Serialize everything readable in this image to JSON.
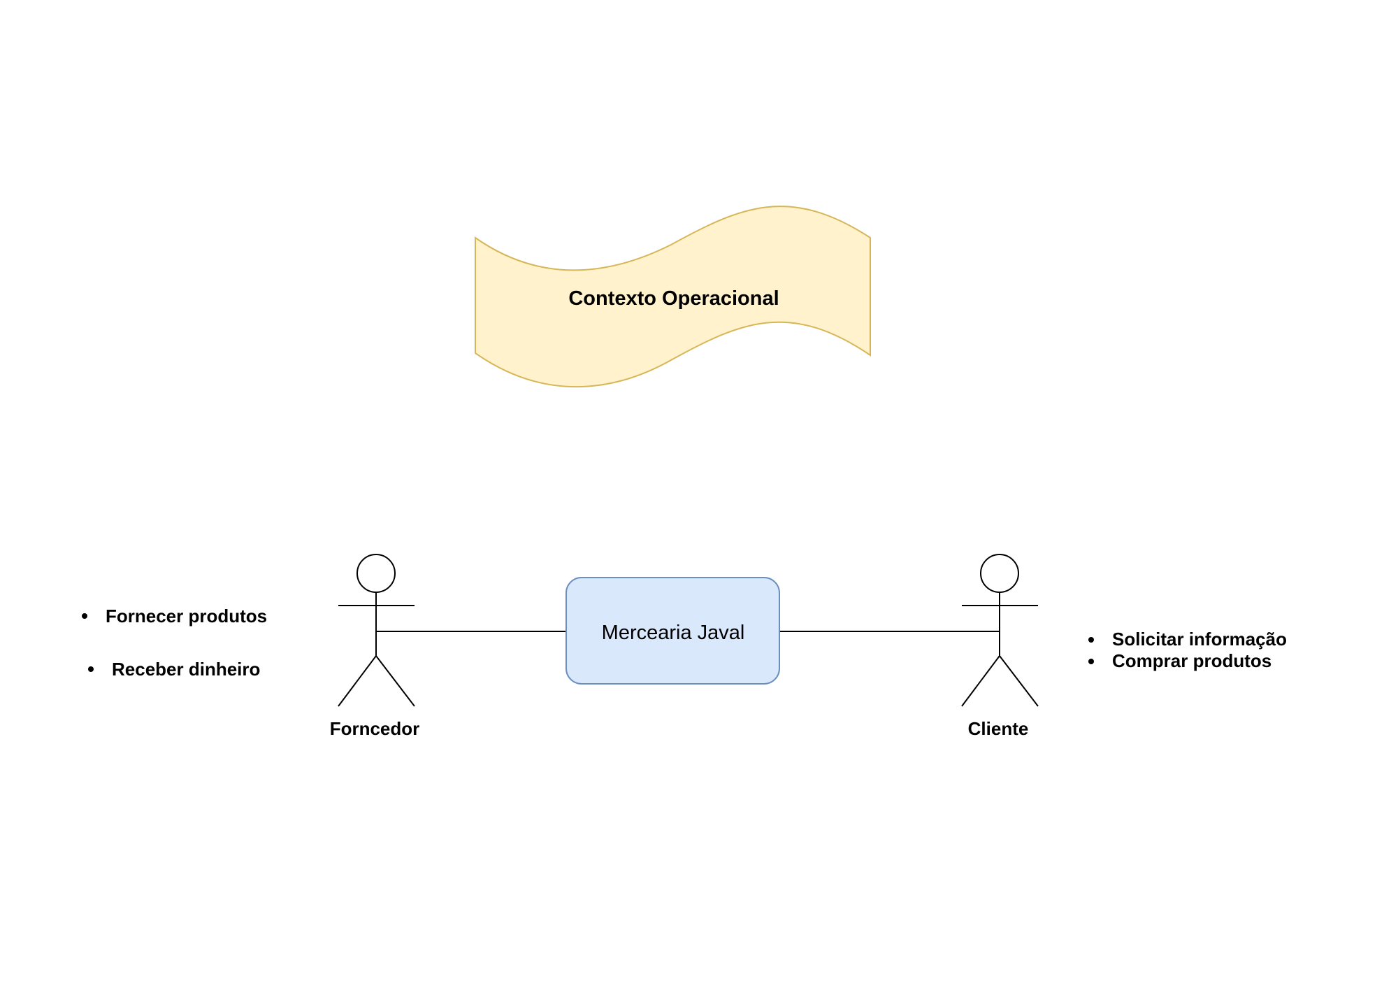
{
  "diagram": {
    "title_banner": {
      "text": "Contexto Operacional",
      "fill": "#fff2cc",
      "stroke": "#d6b656"
    },
    "system": {
      "label": "Mercearia Javal",
      "fill": "#dae8fc",
      "stroke": "#6c8ebf"
    },
    "actors": [
      {
        "label": "Forncedor"
      },
      {
        "label": "Cliente"
      }
    ],
    "supplier_notes": [
      "Fornecer produtos",
      "Receber dinheiro"
    ],
    "client_notes": [
      "Solicitar informação",
      "Comprar produtos"
    ]
  }
}
